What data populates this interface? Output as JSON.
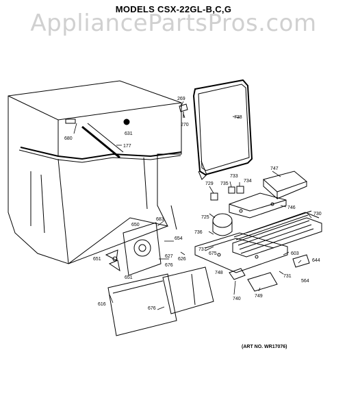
{
  "title": "MODELS CSX-22GL-B,C,G",
  "watermark": "AppliancePartsPros.com",
  "art_number": "(ART NO. WR17076)",
  "part_labels": {
    "p269": "269",
    "p270": "270",
    "p738": "738",
    "p680": "680",
    "p631": "631",
    "p177": "177",
    "p747": "747",
    "p729": "729",
    "p733": "733",
    "p734": "734",
    "p735": "735",
    "p746": "746",
    "p730": "730",
    "p725": "725",
    "p683": "683",
    "p650": "650",
    "p654": "654",
    "p736": "736",
    "p737": "737",
    "p675": "675",
    "p627": "627",
    "p626": "626",
    "p676a": "676",
    "p651a": "651",
    "p651b": "651",
    "p603": "603",
    "p644": "644",
    "p748": "748",
    "p731": "731",
    "p564": "564",
    "p740": "740",
    "p749": "749",
    "p616": "616",
    "p676b": "676"
  },
  "colors": {
    "ink": "#000000",
    "watermark": "#c8c8c8"
  }
}
